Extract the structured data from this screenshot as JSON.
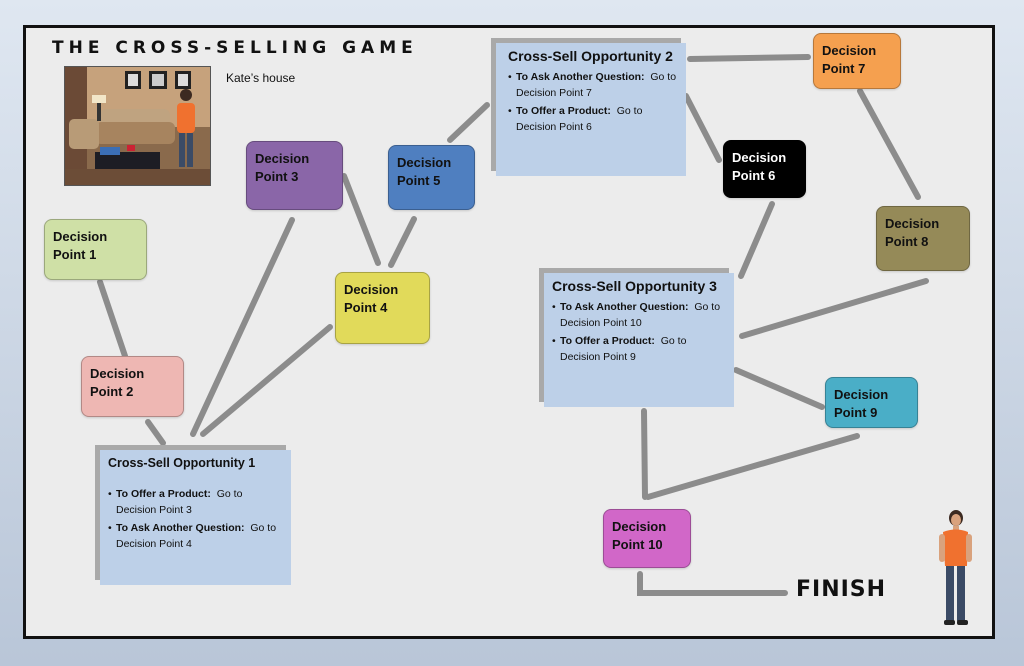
{
  "title": "THE CROSS-SELLING GAME",
  "photo_label": "Kate’s house",
  "finish_label": "FINISH",
  "decision_points": [
    {
      "id": "dp1",
      "line1": "Decision",
      "line2": "Point 1",
      "color": "#cfe0a6"
    },
    {
      "id": "dp2",
      "line1": "Decision",
      "line2": "Point 2",
      "color": "#eeb7b3"
    },
    {
      "id": "dp3",
      "line1": "Decision",
      "line2": "Point 3",
      "color": "#8a66a8"
    },
    {
      "id": "dp4",
      "line1": "Decision",
      "line2": "Point 4",
      "color": "#e1da5a"
    },
    {
      "id": "dp5",
      "line1": "Decision",
      "line2": "Point 5",
      "color": "#4f7fc0"
    },
    {
      "id": "dp6",
      "line1": "Decision",
      "line2": "Point 6",
      "color": "#000000"
    },
    {
      "id": "dp7",
      "line1": "Decision",
      "line2": "Point 7",
      "color": "#f5a04f"
    },
    {
      "id": "dp8",
      "line1": "Decision",
      "line2": "Point 8",
      "color": "#958a58"
    },
    {
      "id": "dp9",
      "line1": "Decision",
      "line2": "Point 9",
      "color": "#4aaec7"
    },
    {
      "id": "dp10",
      "line1": "Decision",
      "line2": "Point 10",
      "color": "#d167c8"
    }
  ],
  "opportunities": {
    "cs1": {
      "title": "Cross-Sell Opportunity  1",
      "items": [
        {
          "action": "To Offer a Product:",
          "target": "Go to Decision Point 3"
        },
        {
          "action": "To Ask Another Question:",
          "target": "Go to Decision Point 4"
        }
      ]
    },
    "cs2": {
      "title": "Cross-Sell Opportunity 2",
      "items": [
        {
          "action": "To Ask Another Question:",
          "target": "Go to Decision Point 7"
        },
        {
          "action": "To Offer a Product:",
          "target": "Go to Decision Point 6"
        }
      ]
    },
    "cs3": {
      "title": "Cross-Sell Opportunity 3",
      "items": [
        {
          "action": "To Ask Another Question:",
          "target": "Go to Decision Point 10"
        },
        {
          "action": "To Offer a Product:",
          "target": "Go to Decision Point 9"
        }
      ]
    }
  },
  "colors": {
    "connector": "#8c8c8c",
    "board_border": "#111111",
    "opportunity_fill": "#bdd0e8"
  },
  "icons": [
    "room-photo",
    "woman-figure-illustration"
  ]
}
